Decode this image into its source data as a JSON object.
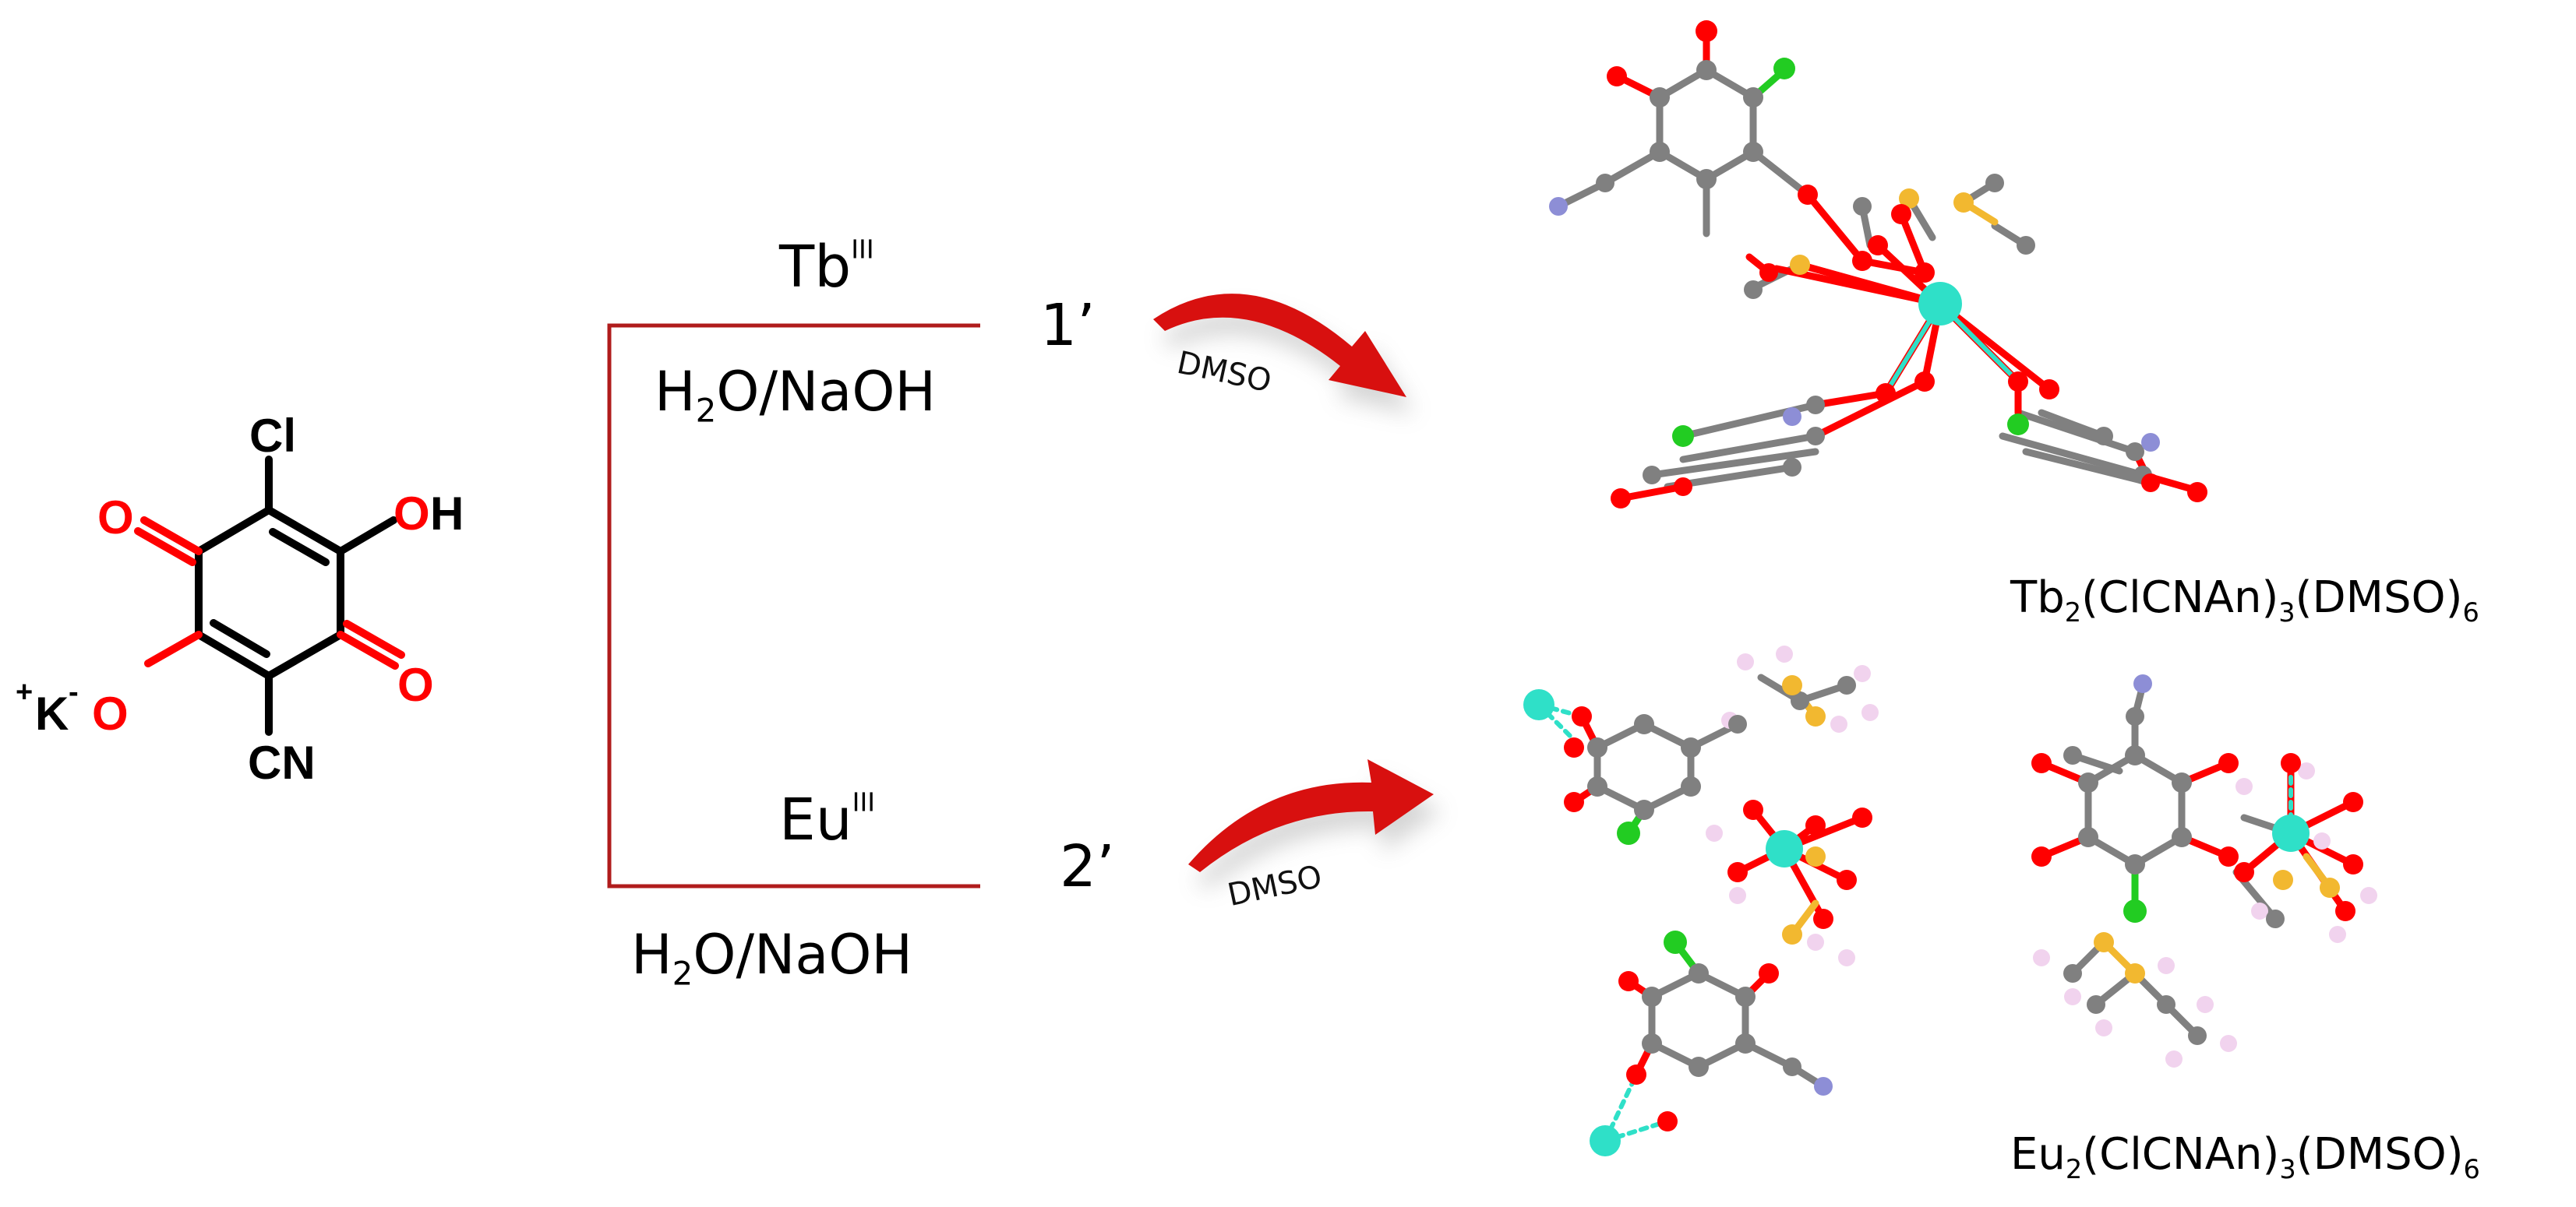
{
  "ligand": {
    "cl": "Cl",
    "oh_o": "O",
    "oh_h": "H",
    "o_left": "O",
    "o_right": "O",
    "k_plus": "+",
    "k": "K",
    "k_minus": "-",
    "ok_o": "O",
    "cn": "CN"
  },
  "branch_top": {
    "metal": "Tb",
    "metal_ox": "III",
    "solvent_h": "H",
    "solvent_sub": "2",
    "solvent_rest": "O/NaOH",
    "product_num": "1’",
    "arrow_label": "DMSO"
  },
  "branch_bottom": {
    "metal": "Eu",
    "metal_ox": "III",
    "solvent_h": "H",
    "solvent_sub": "2",
    "solvent_rest": "O/NaOH",
    "product_num": "2’",
    "arrow_label": "DMSO"
  },
  "formula_top": {
    "m": "Tb",
    "m_sub": "2",
    "mid": "(ClCNAn)",
    "mid_sub": "3",
    "tail": "(DMSO)",
    "tail_sub": "6"
  },
  "formula_bottom": {
    "m": "Eu",
    "m_sub": "2",
    "mid": "(ClCNAn)",
    "mid_sub": "3",
    "tail": "(DMSO)",
    "tail_sub": "6"
  },
  "colors": {
    "bracket": "#b01c1c",
    "arrow": "#d8100f",
    "oxygen": "#ff0000",
    "carbon": "#808080",
    "metal": "#2fe0c8",
    "sulfur": "#f2b830",
    "chlorine": "#22cc22",
    "nitrogen": "#8d8ed6",
    "hydrogen": "#f1d3ee"
  }
}
